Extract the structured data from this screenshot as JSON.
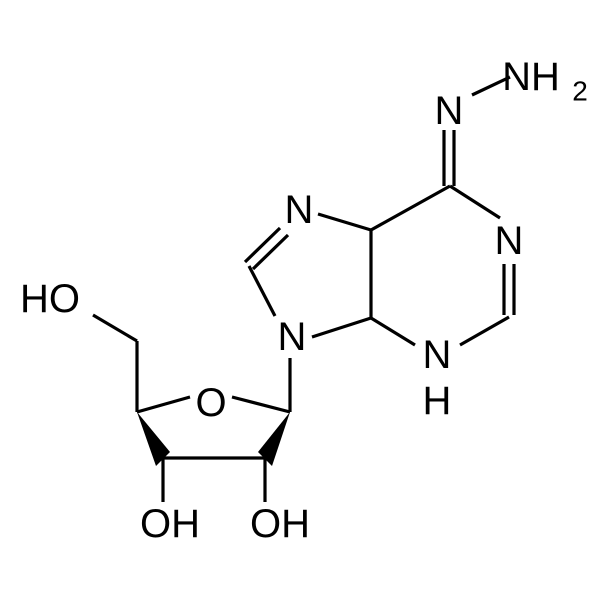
{
  "molecule": {
    "atoms": {
      "hydrazine_n": "N",
      "hydrazine_nh2": "NH",
      "nh2_subscript": "2",
      "imine_n": "N",
      "n_imidazole": "N",
      "n_pyrimidine": "N",
      "n9": "N",
      "n1": "N",
      "n1_h": "H",
      "ring_o": "O",
      "ho_top": "HO",
      "oh_left": "OH",
      "oh_right": "OH"
    },
    "colors": {
      "ink": "#000000",
      "background": "#ffffff"
    }
  }
}
